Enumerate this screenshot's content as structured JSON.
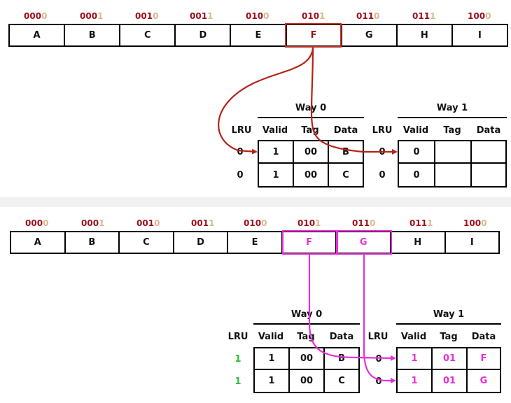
{
  "addresses": [
    {
      "hi": "000",
      "lo": "0"
    },
    {
      "hi": "000",
      "lo": "1"
    },
    {
      "hi": "001",
      "lo": "0"
    },
    {
      "hi": "001",
      "lo": "1"
    },
    {
      "hi": "010",
      "lo": "0"
    },
    {
      "hi": "010",
      "lo": "1"
    },
    {
      "hi": "011",
      "lo": "0"
    },
    {
      "hi": "011",
      "lo": "1"
    },
    {
      "hi": "100",
      "lo": "0"
    }
  ],
  "memory": [
    "A",
    "B",
    "C",
    "D",
    "E",
    "F",
    "G",
    "H",
    "I"
  ],
  "cache_headers": {
    "way0": "Way 0",
    "way1": "Way 1",
    "lru": "LRU",
    "valid": "Valid",
    "tag": "Tag",
    "data": "Data"
  },
  "top": {
    "way0": {
      "lru": [
        "0",
        "0"
      ],
      "rows": [
        [
          "1",
          "00",
          "B"
        ],
        [
          "1",
          "00",
          "C"
        ]
      ]
    },
    "way1": {
      "lru": [
        "0",
        "0"
      ],
      "rows": [
        [
          "0",
          "",
          ""
        ],
        [
          "0",
          "",
          ""
        ]
      ]
    }
  },
  "bottom": {
    "way0": {
      "lru": [
        "1",
        "1"
      ],
      "rows": [
        [
          "1",
          "00",
          "B"
        ],
        [
          "1",
          "00",
          "C"
        ]
      ]
    },
    "way1": {
      "lru": [
        "0",
        "0"
      ],
      "rows": [
        [
          "1",
          "01",
          "F"
        ],
        [
          "1",
          "01",
          "G"
        ]
      ]
    }
  },
  "colors": {
    "red": "#9d0d1a",
    "highlight_red": "#c0352a",
    "magenta": "#e62fd8",
    "green": "#2fbf3a",
    "tan": "#d7b98d"
  }
}
